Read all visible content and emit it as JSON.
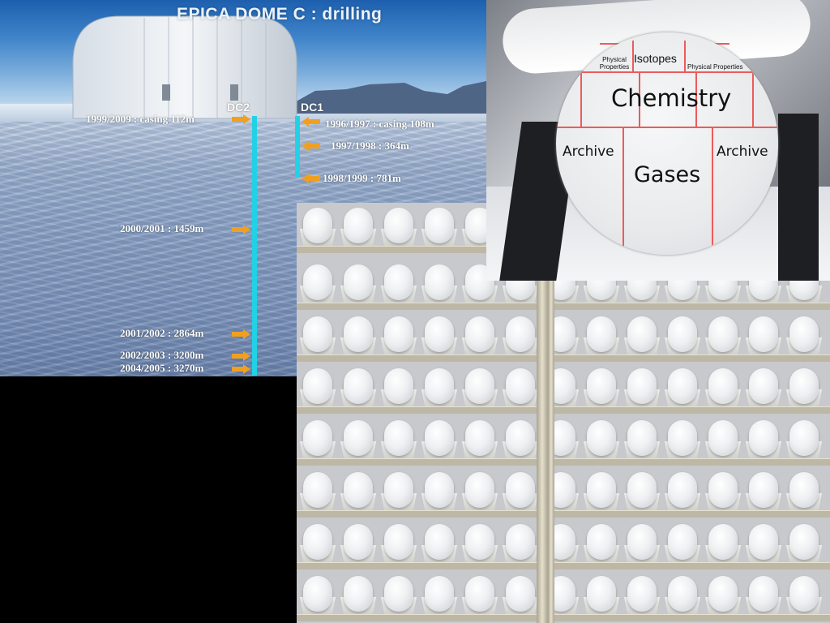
{
  "drilling": {
    "title": "EPICA DOME C : drilling",
    "hole_dc2": "DC2",
    "hole_dc1": "DC1",
    "dc2_labels": [
      "1999/2009 : casing 112m",
      "2000/2001 : 1459m",
      "2001/2002 : 2864m",
      "2002/2003 : 3200m",
      "2004/2005 : 3270m"
    ],
    "dc1_labels": [
      "1996/1997 : casing 108m",
      "1997/1998 : 364m",
      "1998/1999 : 781m"
    ],
    "colors": {
      "borehole": "#22d1e6",
      "arrow": "#f0a020"
    }
  },
  "core_cut_plan": {
    "sections": [
      "Physical Properties",
      "Isotopes",
      "Physical Properties",
      "Chemistry",
      "Archive",
      "Gases",
      "Archive"
    ],
    "colors": {
      "cut_lines": "#ef5a5a"
    }
  },
  "storage": {}
}
